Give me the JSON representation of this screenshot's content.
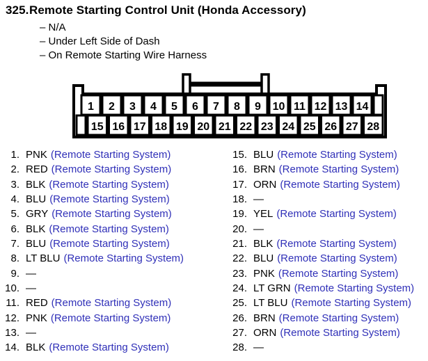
{
  "title": {
    "number": "325.",
    "text": "Remote Starting Control Unit (Honda Accessory)"
  },
  "bullets": [
    "– N/A",
    "– Under Left Side of Dash",
    "– On Remote Starting Wire Harness"
  ],
  "connector": {
    "top_pins": [
      "1",
      "2",
      "3",
      "4",
      "5",
      "6",
      "7",
      "8",
      "9",
      "10",
      "11",
      "12",
      "13",
      "14"
    ],
    "bottom_pins": [
      "15",
      "16",
      "17",
      "18",
      "19",
      "20",
      "21",
      "22",
      "23",
      "24",
      "25",
      "26",
      "27",
      "28"
    ]
  },
  "pins": {
    "left": [
      {
        "num": "1.",
        "color": "PNK",
        "link": "(Remote Starting System)"
      },
      {
        "num": "2.",
        "color": "RED",
        "link": "(Remote Starting System)"
      },
      {
        "num": "3.",
        "color": "BLK",
        "link": "(Remote Starting System)"
      },
      {
        "num": "4.",
        "color": "BLU",
        "link": "(Remote Starting System)"
      },
      {
        "num": "5.",
        "color": "GRY",
        "link": "(Remote Starting System)"
      },
      {
        "num": "6.",
        "color": "BLK",
        "link": "(Remote Starting System)"
      },
      {
        "num": "7.",
        "color": "BLU",
        "link": "(Remote Starting System)"
      },
      {
        "num": "8.",
        "color": "LT BLU",
        "link": "(Remote Starting System)"
      },
      {
        "num": "9.",
        "dash": "—"
      },
      {
        "num": "10.",
        "dash": "—"
      },
      {
        "num": "11.",
        "color": "RED",
        "link": "(Remote Starting System)"
      },
      {
        "num": "12.",
        "color": "PNK",
        "link": "(Remote Starting System)"
      },
      {
        "num": "13.",
        "dash": "—"
      },
      {
        "num": "14.",
        "color": "BLK",
        "link": "(Remote Starting System)"
      }
    ],
    "right": [
      {
        "num": "15.",
        "color": "BLU",
        "link": "(Remote Starting System)"
      },
      {
        "num": "16.",
        "color": "BRN",
        "link": "(Remote Starting System)"
      },
      {
        "num": "17.",
        "color": "ORN",
        "link": "(Remote Starting System)"
      },
      {
        "num": "18.",
        "dash": "—"
      },
      {
        "num": "19.",
        "color": "YEL",
        "link": "(Remote Starting System)"
      },
      {
        "num": "20.",
        "dash": "—"
      },
      {
        "num": "21.",
        "color": "BLK",
        "link": "(Remote Starting System)"
      },
      {
        "num": "22.",
        "color": "BLU",
        "link": "(Remote Starting System)"
      },
      {
        "num": "23.",
        "color": "PNK",
        "link": "(Remote Starting System)"
      },
      {
        "num": "24.",
        "color": "LT GRN",
        "link": "(Remote Starting System)"
      },
      {
        "num": "25.",
        "color": "LT BLU",
        "link": "(Remote Starting System)"
      },
      {
        "num": "26.",
        "color": "BRN",
        "link": "(Remote Starting System)"
      },
      {
        "num": "27.",
        "color": "ORN",
        "link": "(Remote Starting System)"
      },
      {
        "num": "28.",
        "dash": "—"
      }
    ]
  },
  "colors": {
    "link_blue": "#3030b8",
    "ink": "#000000",
    "paper": "#ffffff"
  }
}
